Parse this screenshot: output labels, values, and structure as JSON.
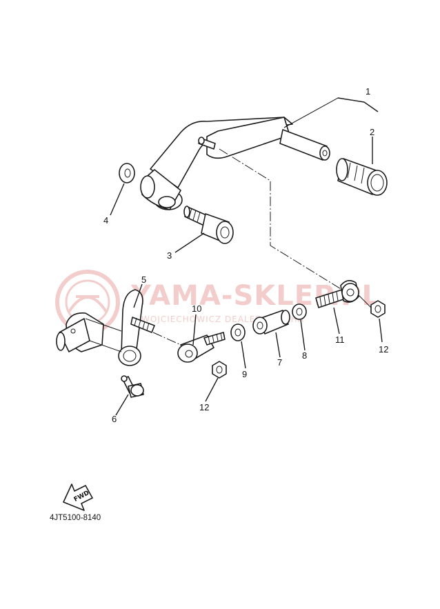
{
  "watermark": {
    "brand": "YAMA-SKLEP.PL",
    "subtitle": "WOJCIECHOWICZ DEALER YAMAHA"
  },
  "callouts": [
    "1",
    "2",
    "3",
    "4",
    "5",
    "6",
    "7",
    "8",
    "9",
    "10",
    "11",
    "12",
    "12"
  ],
  "fwd_label": "FWD",
  "diagram_code": "4JT5100-8140",
  "colors": {
    "line": "#1a1a1a",
    "watermark": "#f2c4c4"
  }
}
